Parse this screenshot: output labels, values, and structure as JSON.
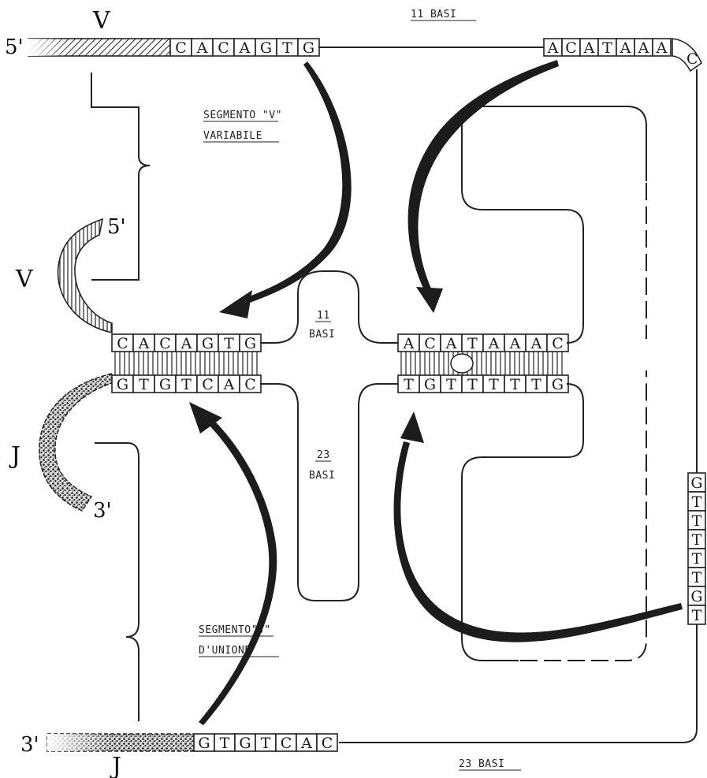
{
  "colors": {
    "ink": "#1c1c1c",
    "paper": "#ffffff"
  },
  "top_left": {
    "five_prime": "5'",
    "segment": "V",
    "bases": [
      "C",
      "A",
      "C",
      "A",
      "G",
      "T",
      "G"
    ]
  },
  "top_right": {
    "bases": [
      "A",
      "C",
      "A",
      "T",
      "A",
      "A",
      "A"
    ],
    "corner_base": "C",
    "spacer": "11 BASI"
  },
  "right_column": {
    "bases": [
      "G",
      "T",
      "T",
      "T",
      "T",
      "T",
      "G",
      "T"
    ]
  },
  "bottom_left": {
    "three_prime": "3'",
    "segment": "J",
    "bases": [
      "G",
      "T",
      "G",
      "T",
      "C",
      "A",
      "C"
    ],
    "spacer": "23 BASI"
  },
  "v_segment_label": {
    "line1": "SEGMENTO \"V\"",
    "line2": "VARIABILE"
  },
  "j_segment_label": {
    "line1": "SEGMENTO\"J\"",
    "line2": "D'UNIONE"
  },
  "left_tail": {
    "v_label": "V",
    "v_prime": "5'",
    "j_label": "J",
    "j_prime": "3'"
  },
  "left_paired": {
    "top": [
      "C",
      "A",
      "C",
      "A",
      "G",
      "T",
      "G"
    ],
    "bottom": [
      "G",
      "T",
      "G",
      "T",
      "C",
      "A",
      "C"
    ]
  },
  "right_paired": {
    "top": [
      "A",
      "C",
      "A",
      "T",
      "A",
      "A",
      "A",
      "C"
    ],
    "bottom": [
      "T",
      "G",
      "T",
      "T",
      "T",
      "T",
      "T",
      "G"
    ]
  },
  "loop_upper": {
    "num": "11",
    "text": "BASI"
  },
  "loop_lower": {
    "num": "23",
    "text": "BASI"
  }
}
